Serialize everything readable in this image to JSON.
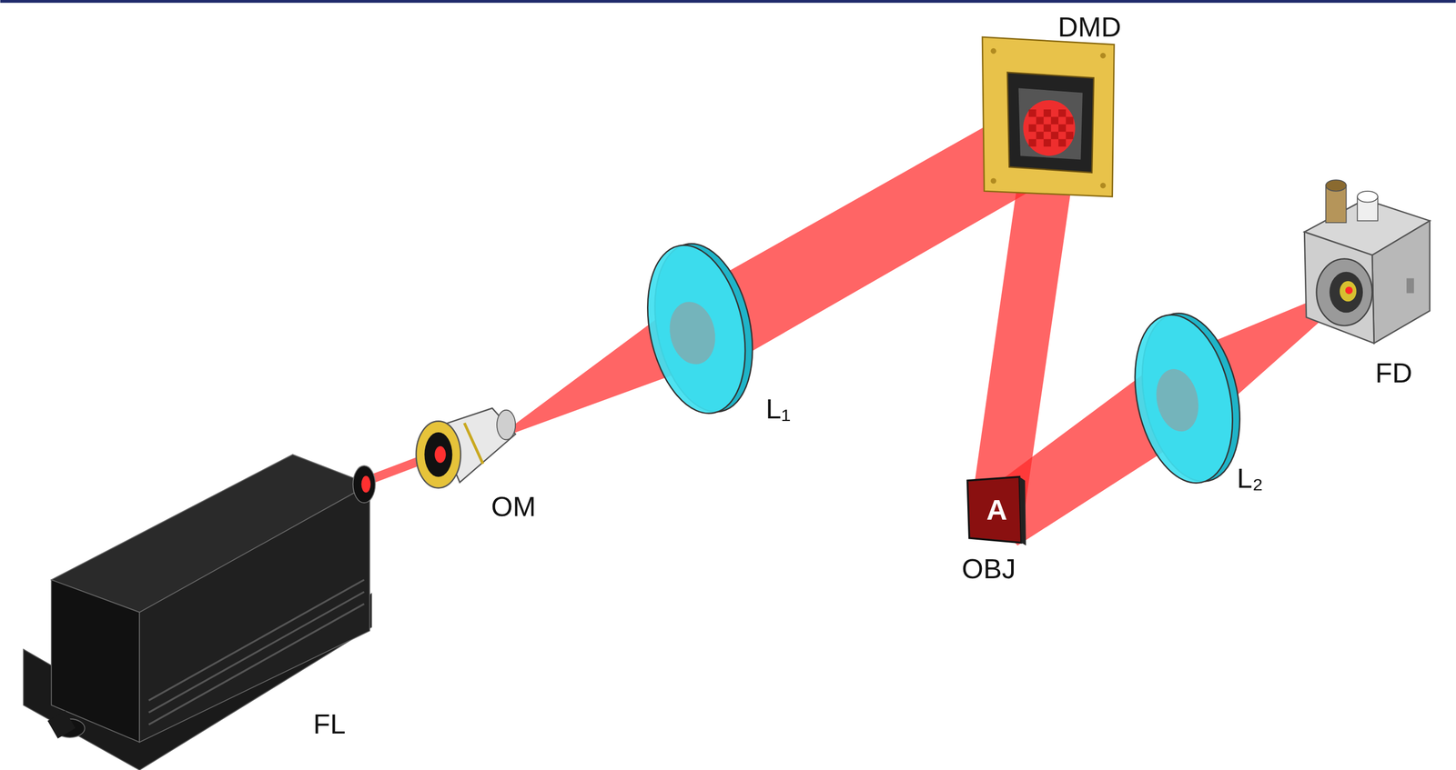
{
  "diagram": {
    "labels": [
      "FL",
      "OM",
      "L₁",
      "DMD",
      "OBJ",
      "L₂",
      "FD",
      "A"
    ]
  }
}
